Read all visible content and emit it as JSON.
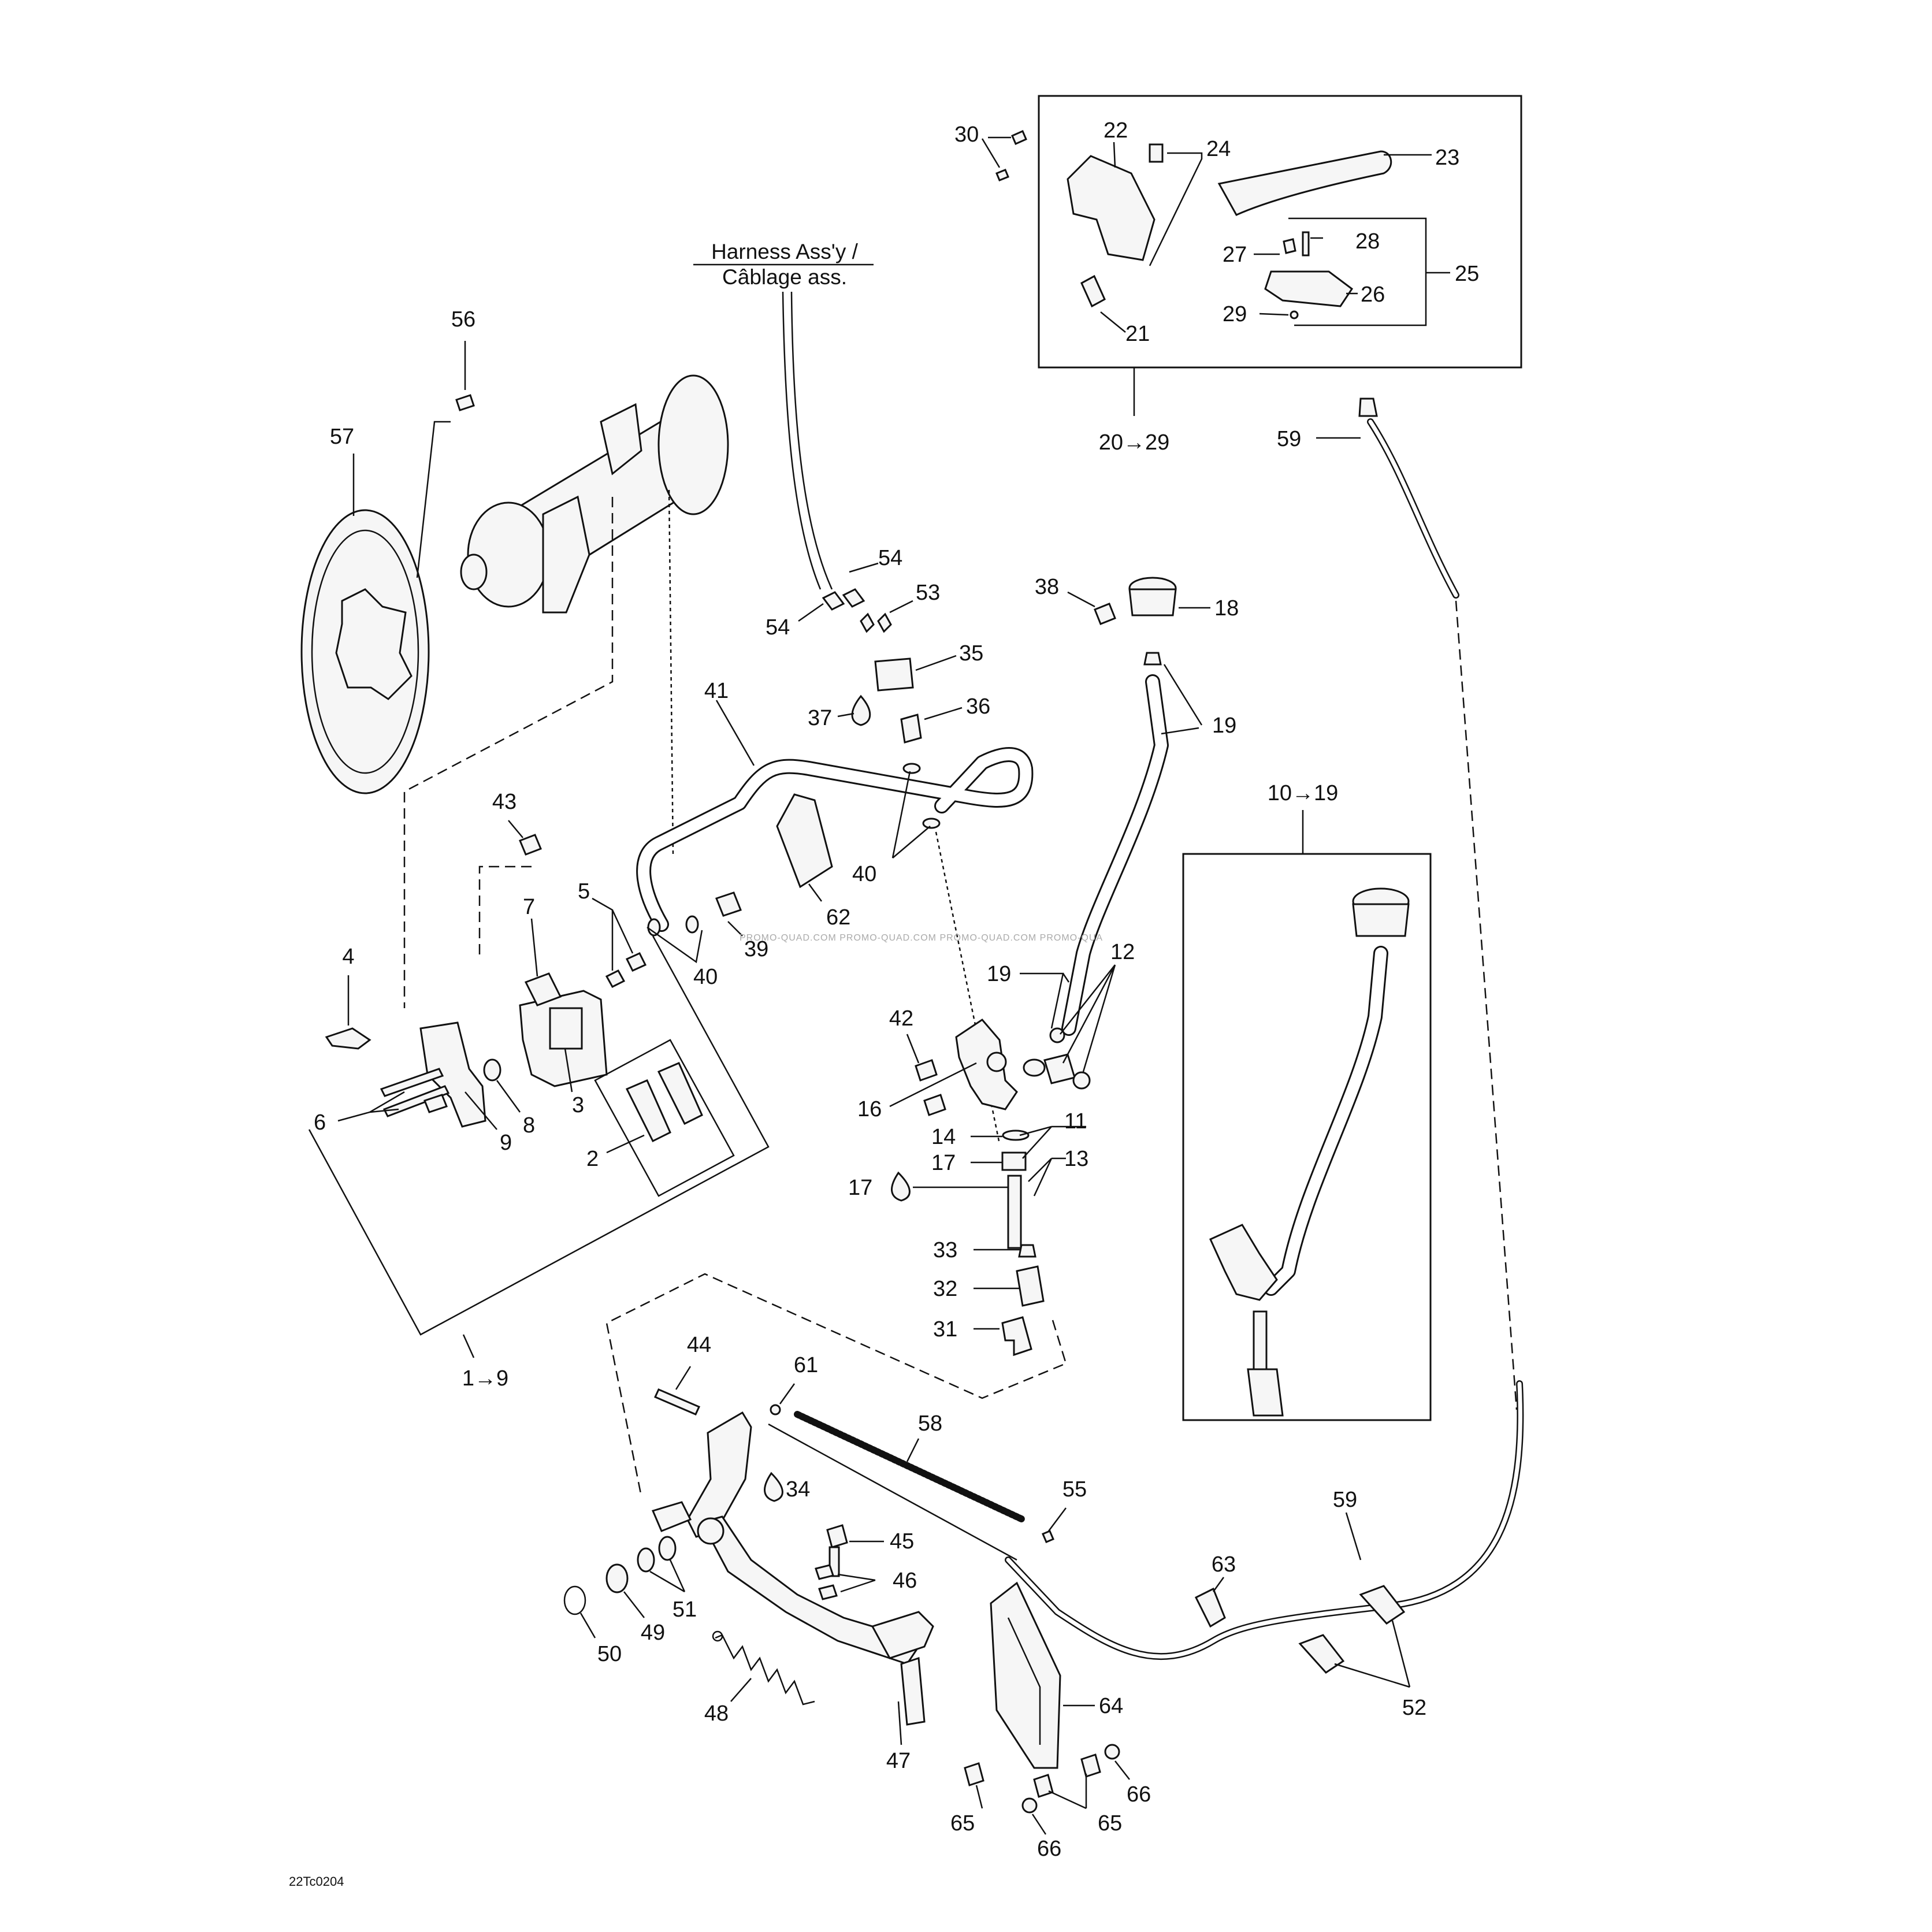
{
  "header": {
    "line1": "Harness Ass'y /",
    "line2": "Câblage ass."
  },
  "figure_code": "22Tc0204",
  "watermark": "PROMO-QUAD.COM  PROMO-QUAD.COM  PROMO-QUAD.COM  PROMO-QUA",
  "groups": {
    "g1": "1→9",
    "g10": "10→19",
    "g20": "20→29"
  },
  "labels": {
    "n2": "2",
    "n3": "3",
    "n4": "4",
    "n5": "5",
    "n6": "6",
    "n7": "7",
    "n8": "8",
    "n9": "9",
    "n11": "11",
    "n12": "12",
    "n13": "13",
    "n14": "14",
    "n16": "16",
    "n17a": "17",
    "n17b": "17",
    "n18": "18",
    "n19a": "19",
    "n19b": "19",
    "n21": "21",
    "n22": "22",
    "n23": "23",
    "n24": "24",
    "n25": "25",
    "n26": "26",
    "n27": "27",
    "n28": "28",
    "n29": "29",
    "n30": "30",
    "n31": "31",
    "n32": "32",
    "n33": "33",
    "n34": "34",
    "n35": "35",
    "n36": "36",
    "n37": "37",
    "n38": "38",
    "n39": "39",
    "n40a": "40",
    "n40b": "40",
    "n41": "41",
    "n42": "42",
    "n43": "43",
    "n44": "44",
    "n45": "45",
    "n46": "46",
    "n47": "47",
    "n48": "48",
    "n49": "49",
    "n50": "50",
    "n51": "51",
    "n52": "52",
    "n53": "53",
    "n54a": "54",
    "n54b": "54",
    "n55": "55",
    "n56": "56",
    "n57": "57",
    "n58": "58",
    "n59a": "59",
    "n59b": "59",
    "n61": "61",
    "n62": "62",
    "n63": "63",
    "n64": "64",
    "n65a": "65",
    "n65b": "65",
    "n66a": "66",
    "n66b": "66"
  }
}
